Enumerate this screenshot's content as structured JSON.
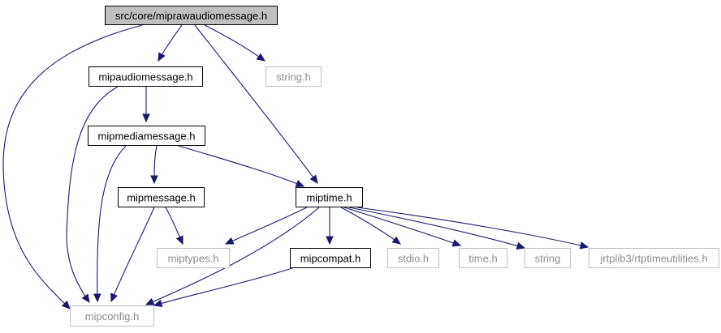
{
  "diagram": {
    "colors": {
      "edge": "#191970",
      "root_fill": "#bfbfbf",
      "documented_border": "#000000",
      "external_border": "#bfbfbf",
      "external_text": "#8c8c8c"
    },
    "nodes": [
      {
        "id": "root",
        "label": "src/core/miprawaudiomessage.h",
        "kind": "root"
      },
      {
        "id": "audiomsg",
        "label": "mipaudiomessage.h",
        "kind": "documented"
      },
      {
        "id": "stringh",
        "label": "string.h",
        "kind": "external"
      },
      {
        "id": "mediamsg",
        "label": "mipmediamessage.h",
        "kind": "documented"
      },
      {
        "id": "message",
        "label": "mipmessage.h",
        "kind": "documented"
      },
      {
        "id": "time",
        "label": "miptime.h",
        "kind": "documented"
      },
      {
        "id": "types",
        "label": "miptypes.h",
        "kind": "external"
      },
      {
        "id": "compat",
        "label": "mipcompat.h",
        "kind": "documented"
      },
      {
        "id": "stdio",
        "label": "stdio.h",
        "kind": "external"
      },
      {
        "id": "timeh",
        "label": "time.h",
        "kind": "external"
      },
      {
        "id": "string",
        "label": "string",
        "kind": "external"
      },
      {
        "id": "rtp",
        "label": "jrtplib3/rtptimeutilities.h",
        "kind": "external"
      },
      {
        "id": "config",
        "label": "mipconfig.h",
        "kind": "external"
      }
    ],
    "edges": [
      {
        "from": "root",
        "to": "audiomsg"
      },
      {
        "from": "root",
        "to": "stringh"
      },
      {
        "from": "root",
        "to": "time"
      },
      {
        "from": "root",
        "to": "config"
      },
      {
        "from": "audiomsg",
        "to": "mediamsg"
      },
      {
        "from": "audiomsg",
        "to": "config"
      },
      {
        "from": "mediamsg",
        "to": "message"
      },
      {
        "from": "mediamsg",
        "to": "time"
      },
      {
        "from": "mediamsg",
        "to": "config"
      },
      {
        "from": "message",
        "to": "types"
      },
      {
        "from": "message",
        "to": "config"
      },
      {
        "from": "time",
        "to": "types"
      },
      {
        "from": "time",
        "to": "compat"
      },
      {
        "from": "time",
        "to": "stdio"
      },
      {
        "from": "time",
        "to": "timeh"
      },
      {
        "from": "time",
        "to": "string"
      },
      {
        "from": "time",
        "to": "rtp"
      },
      {
        "from": "time",
        "to": "config"
      },
      {
        "from": "compat",
        "to": "config"
      }
    ]
  }
}
